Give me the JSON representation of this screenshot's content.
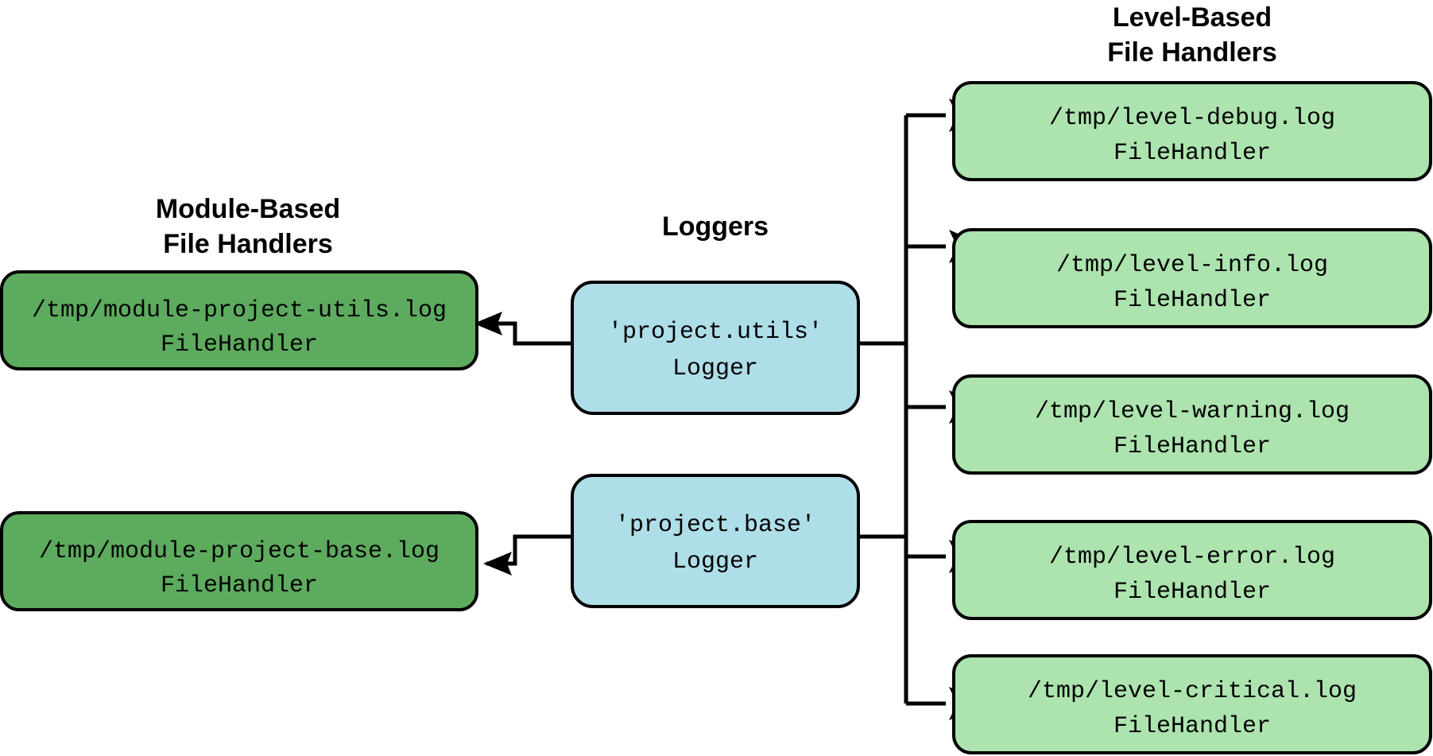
{
  "diagram": {
    "background": "#ffffff",
    "groups": [
      {
        "id": "module-handlers",
        "title_line1": "Module-Based",
        "title_line2": "File Handlers",
        "color": "#5DAB5E"
      },
      {
        "id": "loggers",
        "title_line1": "Loggers",
        "title_line2": "",
        "color": "#AEDEE8"
      },
      {
        "id": "level-handlers",
        "title_line1": "Level-Based",
        "title_line2": "File Handlers",
        "color": "#ACE3AE"
      }
    ],
    "module_handlers": [
      {
        "id": "module-utils",
        "line1": "/tmp/module-project-utils.log",
        "line2": "FileHandler"
      },
      {
        "id": "module-base",
        "line1": "/tmp/module-project-base.log",
        "line2": "FileHandler"
      }
    ],
    "loggers": [
      {
        "id": "logger-utils",
        "line1": "'project.utils'",
        "line2": "Logger"
      },
      {
        "id": "logger-base",
        "line1": "'project.base'",
        "line2": "Logger"
      }
    ],
    "level_handlers": [
      {
        "id": "level-debug",
        "line1": "/tmp/level-debug.log",
        "line2": "FileHandler"
      },
      {
        "id": "level-info",
        "line1": "/tmp/level-info.log",
        "line2": "FileHandler"
      },
      {
        "id": "level-warning",
        "line1": "/tmp/level-warning.log",
        "line2": "FileHandler"
      },
      {
        "id": "level-error",
        "line1": "/tmp/level-error.log",
        "line2": "FileHandler"
      },
      {
        "id": "level-critical",
        "line1": "/tmp/level-critical.log",
        "line2": "FileHandler"
      }
    ],
    "colors": {
      "light_green": "#ACE3AE",
      "dark_green": "#5DAB5E",
      "light_blue": "#AEDEE8",
      "stroke": "#000000",
      "text": "#000000"
    }
  }
}
